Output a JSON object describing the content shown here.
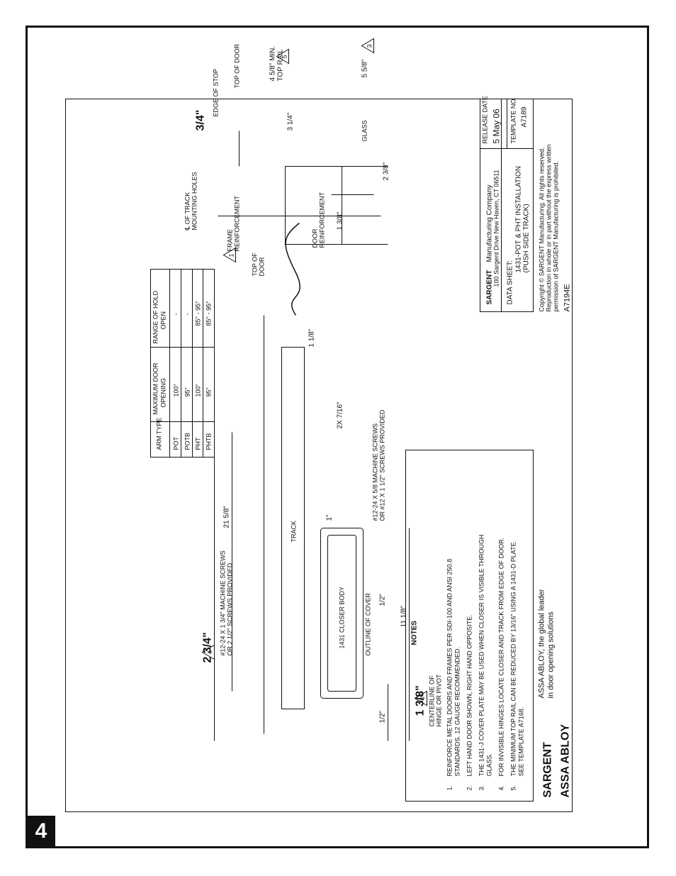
{
  "page_number": "4",
  "brand": {
    "sargent": "SARGENT",
    "assa": "ASSA ABLOY",
    "tagline1": "ASSA ABLOY, the global leader",
    "tagline2": "in door opening solutions"
  },
  "copyright": {
    "l1": "Copyright © SARGENT Manufacturing. All rights reserved.",
    "l2": "Reproduction in whole or in part without the express written",
    "l3": "permission of SARGENT Manufacturing is prohibited.",
    "code": "A7194E"
  },
  "notes": {
    "title": "NOTES",
    "items": [
      {
        "num": "1.",
        "l1": "REINFORCE METAL DOORS AND FRAMES PER SDI-100 AND ANSI 250.8",
        "l2": "STANDARDS. 12 GAUGE RECOMMENDED."
      },
      {
        "num": "2.",
        "l1": "LEFT HAND DOOR SHOWN, RIGHT HAND OPPOSITE.",
        "l2": ""
      },
      {
        "num": "3.",
        "l1": "THE 1431-J COVER PLATE MAY BE USED WHEN CLOSER IS VISIBLE THROUGH",
        "l2": "GLASS."
      },
      {
        "num": "4.",
        "l1": "FOR INVISIBLE HINGES LOCATE CLOSER AND TRACK FROM EDGE OF DOOR.",
        "l2": ""
      },
      {
        "num": "5.",
        "l1": "THE MINIMUM TOP RAIL CAN BE REDUCED BY 13/16\" USING A 1431-D PLATE.",
        "l2": "SEE TEMPLATE A7168."
      }
    ]
  },
  "table": {
    "headers": [
      "ARM TYPE",
      "MAXIMUM DOOR",
      "OPENING",
      "RANGE OF HOLD",
      "OPEN"
    ],
    "rows": [
      [
        "POT",
        "100°",
        "-"
      ],
      [
        "POTB",
        "95°",
        "-"
      ],
      [
        "PHT",
        "100°",
        "85° - 95°"
      ],
      [
        "PHTB",
        "95°",
        "85° - 95°"
      ]
    ]
  },
  "title_block": {
    "company": "SARGENT",
    "company2": "Manufacturing Company",
    "address": "100 Sargent Drive New Haven, CT 06511",
    "data_sheet": "DATA SHEET:",
    "title1": "1431-POT & PHT INSTALLATION",
    "title2": "(PUSH SIDE TRACK)",
    "release": "RELEASE DATE",
    "release_val": "5 May 06",
    "template_no": "TEMPLATE NO.",
    "template_val": "A7189"
  },
  "labels": {
    "d234": "2 3/4\"",
    "d2158": "21 5/8\"",
    "d138": "1 3/8\"",
    "d1118": "11 1/8\"",
    "d12a": "1/2\"",
    "d12b": "1/2\"",
    "d1": "1\"",
    "d2x716": "2X 7/16\"",
    "d118": "1 1/8\"",
    "d34": "3/4\"",
    "d1_38": "1 3/8\"",
    "d2_38": "2 3/8\"",
    "d3_14": "3 1/4\"",
    "d5_58": "5 5/8\"",
    "d4_58a": "4 5/8\" MIN.",
    "d4_58b": "TOP RAIL",
    "screws1a": "#12-24 X 1 3/4\" MACHINE SCREWS",
    "screws1b": "OR 2 1/2\" SCREWS PROVIDED",
    "screws2a": "#12-24 X 5/8 MACHINE SCREWS",
    "screws2b": "OR #12 X 1 1/2\" SCREWS PROVIDED",
    "closer": "1431 CLOSER BODY",
    "cover": "OUTLINE OF COVER",
    "track": "TRACK",
    "cl1": "CENTERLINE OF",
    "cl2": "HINGE OR PIVOT",
    "topdoor1": "TOP OF",
    "topdoor2": "DOOR",
    "topdoor3": "TOP OF DOOR",
    "frame1": "FRAME",
    "frame2": "REINFORCEMENT",
    "door1": "DOOR",
    "door2": "REINFORCEMENT",
    "ctrack1": "℄ OF TRACK",
    "ctrack2": "MOUNTING HOLES",
    "stop": "EDGE OF STOP",
    "glass": "GLASS",
    "n4": "4",
    "n1": "1",
    "n5": "5",
    "n3": "3"
  }
}
